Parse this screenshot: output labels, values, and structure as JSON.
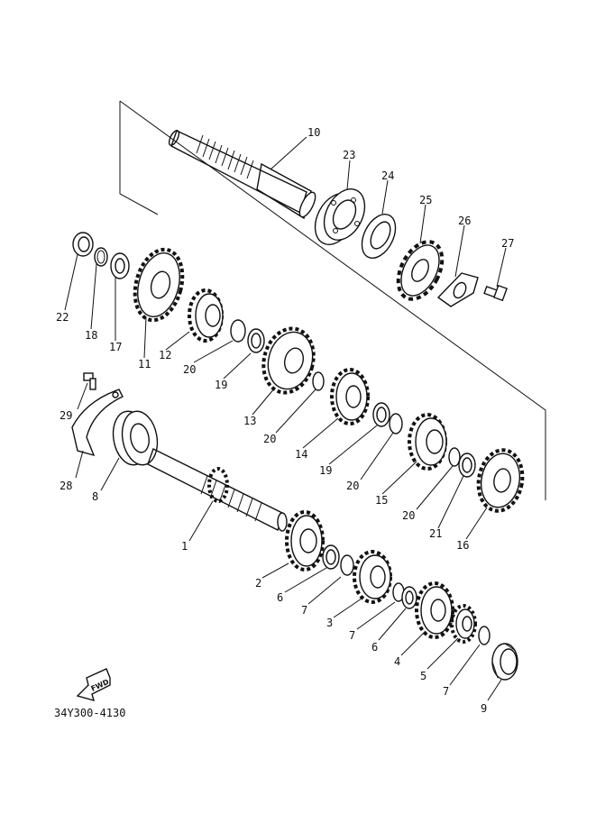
{
  "diagram": {
    "code": "34Y300-4130",
    "fwd_label": "FWD",
    "callouts": {
      "c1": "1",
      "c2": "2",
      "c3": "3",
      "c4": "4",
      "c5": "5",
      "c6a": "6",
      "c6b": "6",
      "c7a": "7",
      "c7b": "7",
      "c7c": "7",
      "c8": "8",
      "c9": "9",
      "c10": "10",
      "c11": "11",
      "c12": "12",
      "c13": "13",
      "c14": "14",
      "c15": "15",
      "c16": "16",
      "c17": "17",
      "c18": "18",
      "c19a": "19",
      "c19b": "19",
      "c20a": "20",
      "c20b": "20",
      "c20c": "20",
      "c20d": "20",
      "c21": "21",
      "c22": "22",
      "c23": "23",
      "c24": "24",
      "c25": "25",
      "c26": "26",
      "c27": "27",
      "c28": "28",
      "c29": "29"
    }
  }
}
